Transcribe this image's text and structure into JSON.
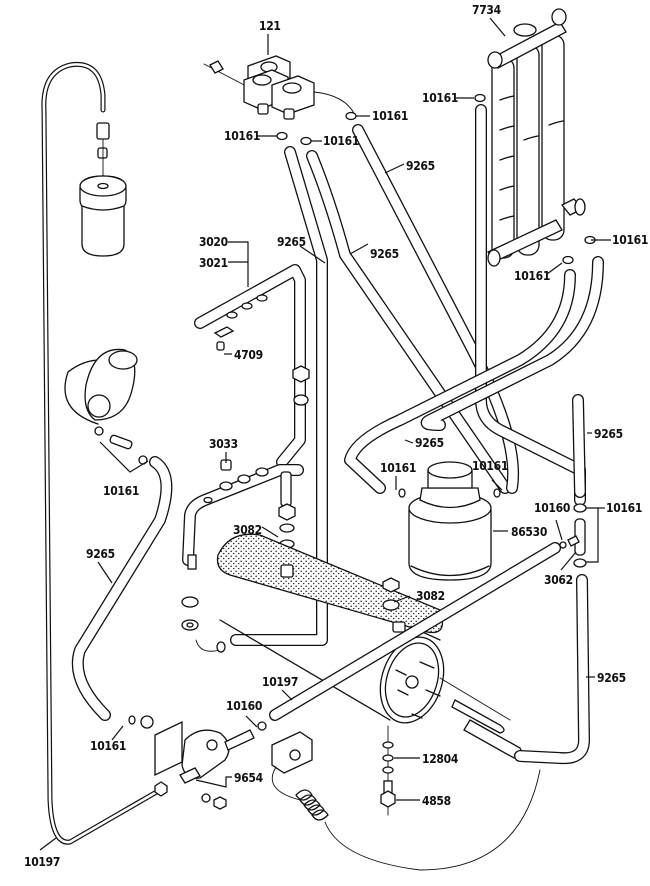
{
  "diagram": {
    "title": "Water circuit exploded parts diagram",
    "labels": {
      "solenoid_valve": "121",
      "heat_exchanger": "7734",
      "washer_top_left": "10161",
      "washer_top_mid": "10161",
      "washer_top_right": "10161",
      "washer_hx_left": "10161",
      "washer_hx_right": "10161",
      "washer_hx_bottom": "10161",
      "hose_top_right": "9265",
      "hose_mid_left": "9265",
      "hose_mid_center": "9265",
      "manifold_a": "3020",
      "manifold_b": "3021",
      "screw": "4709",
      "washer_elbow": "10161",
      "plug": "3033",
      "gasket_left": "3082",
      "gasket_right": "3082",
      "hose_center_low": "9265",
      "washer_filter_left": "10161",
      "washer_filter_right": "10161",
      "filter": "86530",
      "hose_right_upper": "9265",
      "washer_tee": "10161",
      "washer_small_tee": "10160",
      "tee_fitting": "3062",
      "hose_left_low": "9265",
      "hose_right_low": "9265",
      "tube_long": "10197",
      "washer_small_valve": "10160",
      "washer_valve": "10161",
      "valve_assembly": "9654",
      "washer_flange": "12804",
      "bolt": "4858",
      "tube_bottom": "10197"
    }
  }
}
